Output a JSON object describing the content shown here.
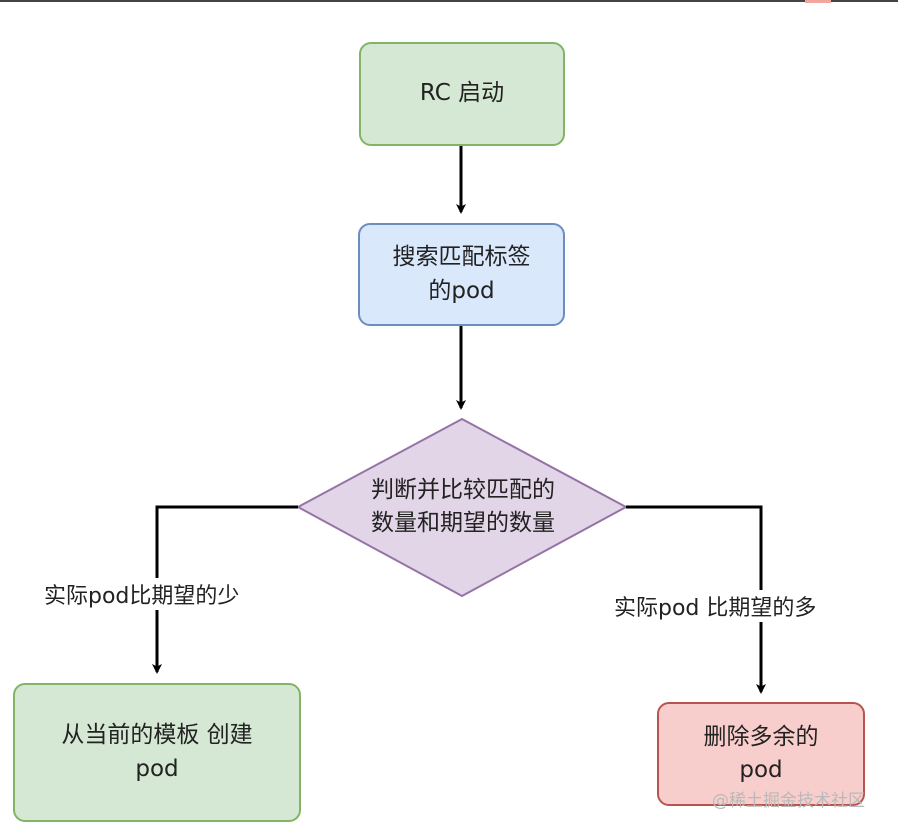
{
  "nodes": {
    "start": {
      "lines": [
        "RC 启动"
      ]
    },
    "search": {
      "lines": [
        "搜索匹配标签",
        "的pod"
      ]
    },
    "decision": {
      "lines": [
        "判断并比较匹配的",
        "数量和期望的数量"
      ]
    },
    "create": {
      "lines": [
        "从当前的模板 创建",
        "pod"
      ]
    },
    "delete": {
      "lines": [
        "删除多余的",
        "pod"
      ]
    }
  },
  "edges": {
    "left_label": "实际pod比期望的少",
    "right_label": "实际pod 比期望的多"
  },
  "watermark": "@稀土掘金技术社区",
  "colors": {
    "start_fill": "#d5e8d4",
    "start_stroke": "#82b366",
    "search_fill": "#dae8fc",
    "search_stroke": "#6c8ebf",
    "decision_fill": "#e1d5e7",
    "decision_stroke": "#9673a6",
    "create_fill": "#d5e8d4",
    "create_stroke": "#82b366",
    "delete_fill": "#f8cecc",
    "delete_stroke": "#b85450",
    "edge": "#000000"
  }
}
